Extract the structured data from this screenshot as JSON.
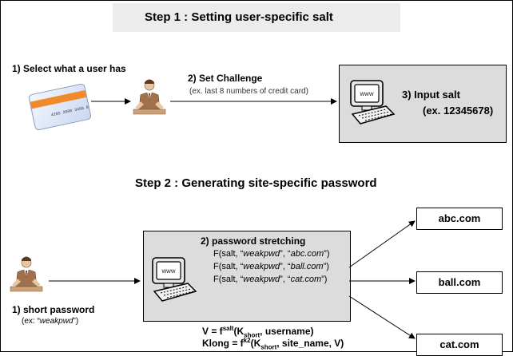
{
  "step1": {
    "title": "Step 1 : Setting user-specific salt",
    "select_label": "1) Select what a user has",
    "card_number": "4285 2000 3456 8765",
    "challenge_label": "2) Set Challenge",
    "challenge_note": "(ex. last 8 numbers of credit card)",
    "input_salt_label": "3)  Input salt",
    "input_salt_example": "(ex. 12345678)"
  },
  "step2": {
    "title": "Step 2 : Generating site-specific password",
    "short_password_label": "1) short password",
    "short_password_example_prefix": "(ex: “",
    "short_password_example_value": "weakpwd",
    "short_password_example_suffix": "”)",
    "stretching_label": "2)   password stretching",
    "stretch_lines": [
      {
        "prefix": "F(salt, “",
        "pwd": "weakpwd",
        "mid": "”, “",
        "site": "abc.com",
        "suffix": "”)"
      },
      {
        "prefix": "F(salt, “",
        "pwd": "weakpwd",
        "mid": "”, “",
        "site": "ball.com",
        "suffix": "”)"
      },
      {
        "prefix": "F(salt, “",
        "pwd": "weakpwd",
        "mid": "”, “",
        "site": "cat.com",
        "suffix": "”)"
      }
    ],
    "sites": [
      "abc.com",
      "ball.com",
      "cat.com"
    ],
    "formula_v": {
      "lhs": "V = f",
      "sup": "salt",
      "mid1": "(K",
      "sub": "short",
      "rest": ", username)"
    },
    "formula_klong": {
      "lhs": "Klong = f",
      "sup": "k2",
      "mid1": "(K",
      "sub": "short",
      "rest": ", site_name, V)"
    }
  },
  "icons": [
    "credit-card-icon",
    "user-person-icon",
    "computer-terminal-icon",
    "arrow-icon"
  ],
  "colors": {
    "panel_gray": "#dcdcdc",
    "card_stripe": "#f08a2a",
    "title_band": "#ececec"
  }
}
